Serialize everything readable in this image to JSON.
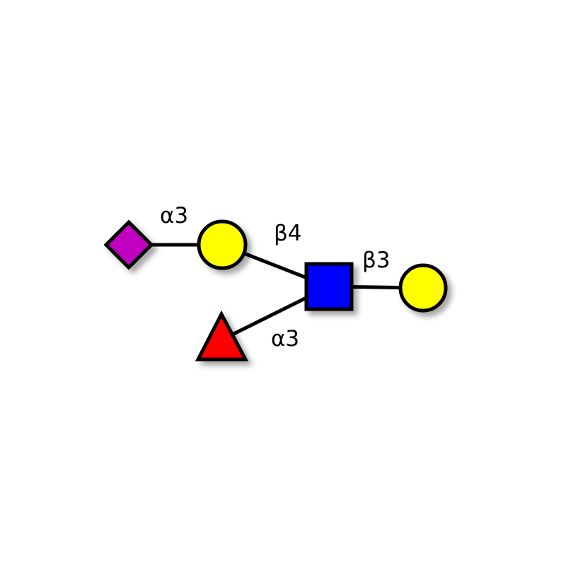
{
  "glycan": {
    "residues": [
      {
        "id": "neu5ac",
        "shape": "diamond",
        "color": "#C000C0"
      },
      {
        "id": "gal-1",
        "shape": "circle",
        "color": "#FFFF00"
      },
      {
        "id": "glcnac",
        "shape": "square",
        "color": "#0000FF"
      },
      {
        "id": "gal-2",
        "shape": "circle",
        "color": "#FFFF00"
      },
      {
        "id": "fuc",
        "shape": "triangle",
        "color": "#FF0000"
      }
    ],
    "linkages": [
      {
        "from": "neu5ac",
        "to": "gal-1",
        "label": "α3"
      },
      {
        "from": "gal-1",
        "to": "glcnac",
        "label": "β4"
      },
      {
        "from": "glcnac",
        "to": "gal-2",
        "label": "β3"
      },
      {
        "from": "fuc",
        "to": "glcnac",
        "label": "α3"
      }
    ]
  }
}
